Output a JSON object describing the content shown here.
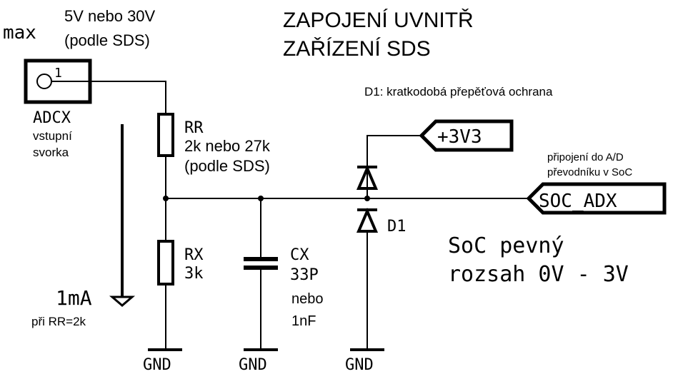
{
  "title": {
    "line1": "ZAPOJENÍ UVNITŘ",
    "line2": "ZAŘÍZENÍ SDS"
  },
  "input": {
    "max_label": "max",
    "voltage_line1": "5V nebo 30V",
    "voltage_line2": "(podle SDS)",
    "pin_number": "1",
    "connector_name": "ADCX",
    "desc_line1": "vstupní",
    "desc_line2": "svorka"
  },
  "current": {
    "value": "1mA",
    "note": "při RR=2k"
  },
  "rr": {
    "name": "RR",
    "value_line1": "2k nebo 27k",
    "value_line2": "(podle SDS)"
  },
  "rx": {
    "name": "RX",
    "value": "3k"
  },
  "cx": {
    "name": "CX",
    "value_line1": "33P",
    "value_line2": "nebo",
    "value_line3": "1nF"
  },
  "d1": {
    "name": "D1",
    "note": "D1: kratkodobá přepěťová ochrana"
  },
  "nets": {
    "supply": "+3V3",
    "adc": "SOC_ADX",
    "adc_note_line1": "připojení do A/D",
    "adc_note_line2": "převodníku v SoC",
    "gnd": "GND"
  },
  "soc": {
    "line1": "SoC pevný",
    "line2": "rozsah 0V - 3V"
  }
}
